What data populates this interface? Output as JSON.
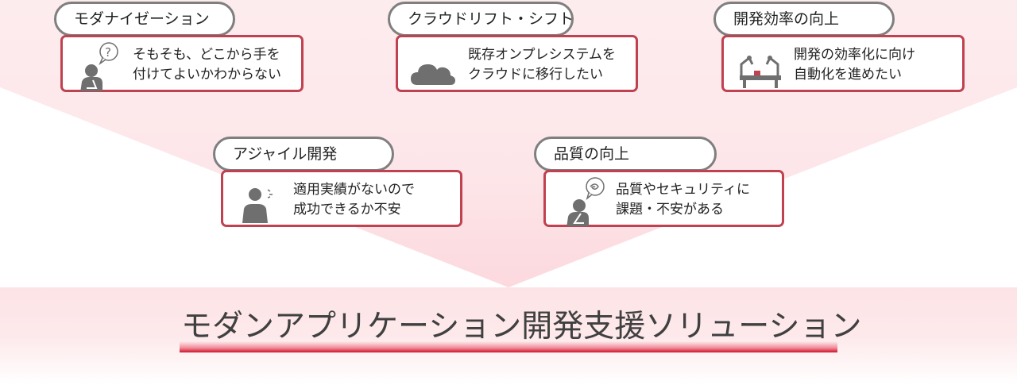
{
  "cards": [
    {
      "id": "modernization",
      "heading": "モダナイゼーション",
      "line1": "そもそも、どこから手を",
      "line2": "付けてよいかわからない",
      "icon": "thinking-person-icon"
    },
    {
      "id": "cloud-lift-shift",
      "heading": "クラウドリフト・シフト",
      "line1": "既存オンプレシステムを",
      "line2": "クラウドに移行したい",
      "icon": "cloud-icon"
    },
    {
      "id": "dev-efficiency",
      "heading": "開発効率の向上",
      "line1": "開発の効率化に向け",
      "line2": "自動化を進めたい",
      "icon": "robot-arm-icon"
    },
    {
      "id": "agile",
      "heading": "アジャイル開発",
      "line1": "適用実績がないので",
      "line2": "成功できるか不安",
      "icon": "worried-person-icon"
    },
    {
      "id": "quality",
      "heading": "品質の向上",
      "line1": "品質やセキュリティに",
      "line2": "課題・不安がある",
      "icon": "confused-person-icon"
    }
  ],
  "solution_title": "モダンアプリケーション開発支援ソリューション",
  "colors": {
    "accent": "#c0414f",
    "pill_border": "#7f7f7f",
    "icon": "#6f6f6f",
    "underline": "#d0122a"
  }
}
